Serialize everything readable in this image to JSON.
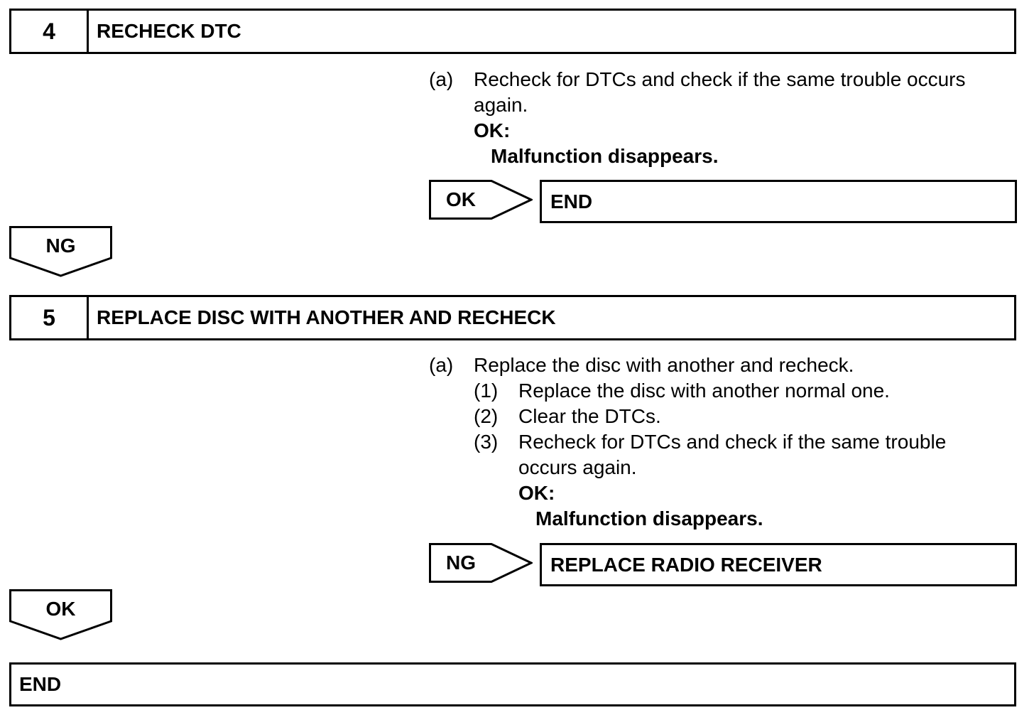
{
  "step4": {
    "number": "4",
    "title": "RECHECK DTC",
    "item_a_marker": "(a)",
    "item_a_line1": "Recheck for DTCs and check if the same trouble occurs",
    "item_a_line2": "again.",
    "ok_label": "OK:",
    "ok_condition": "Malfunction disappears.",
    "branch_label": "OK",
    "branch_result": "END",
    "down_label": "NG"
  },
  "step5": {
    "number": "5",
    "title": "REPLACE DISC WITH ANOTHER AND RECHECK",
    "item_a_marker": "(a)",
    "item_a_text": "Replace the disc with another and recheck.",
    "sub1_marker": "(1)",
    "sub1_text": "Replace the disc with another normal one.",
    "sub2_marker": "(2)",
    "sub2_text": "Clear the DTCs.",
    "sub3_marker": "(3)",
    "sub3_line1": "Recheck for DTCs and check if the same trouble",
    "sub3_line2": "occurs again.",
    "ok_label": "OK:",
    "ok_condition": "Malfunction disappears.",
    "branch_label": "NG",
    "branch_result": "REPLACE RADIO RECEIVER",
    "down_label": "OK"
  },
  "final": {
    "label": "END"
  }
}
